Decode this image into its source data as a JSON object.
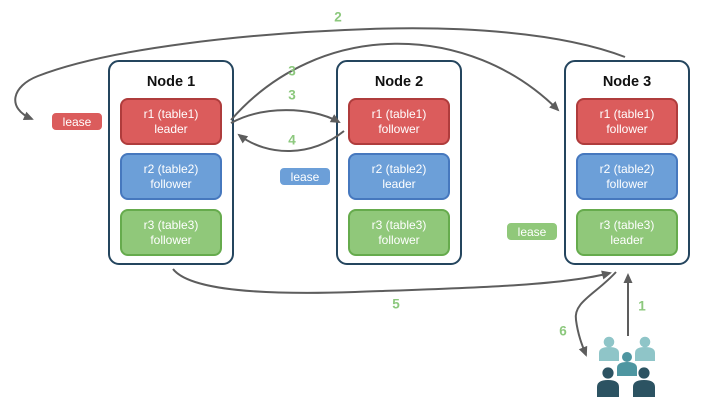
{
  "colors": {
    "red_fill": "#DB5C5C",
    "red_border": "#AF3C3C",
    "blue_fill": "#6C9FD8",
    "blue_border": "#4678BE",
    "green_fill": "#90C87A",
    "green_border": "#66AB4D",
    "node_border": "#24455E",
    "arrow": "#5D5D5D",
    "label_green": "#8CC87D",
    "users_light": "#8FC5C8",
    "users_mid": "#4E96A1",
    "users_dark": "#2C5362"
  },
  "nodes": [
    {
      "title": "Node 1",
      "replicas": [
        {
          "line1": "r1 (table1)",
          "line2": "leader",
          "color": "red"
        },
        {
          "line1": "r2 (table2)",
          "line2": "follower",
          "color": "blue"
        },
        {
          "line1": "r3 (table3)",
          "line2": "follower",
          "color": "green"
        }
      ]
    },
    {
      "title": "Node 2",
      "replicas": [
        {
          "line1": "r1 (table1)",
          "line2": "follower",
          "color": "red"
        },
        {
          "line1": "r2 (table2)",
          "line2": "leader",
          "color": "blue"
        },
        {
          "line1": "r3 (table3)",
          "line2": "follower",
          "color": "green"
        }
      ]
    },
    {
      "title": "Node 3",
      "replicas": [
        {
          "line1": "r1 (table1)",
          "line2": "follower",
          "color": "red"
        },
        {
          "line1": "r2 (table2)",
          "line2": "follower",
          "color": "blue"
        },
        {
          "line1": "r3 (table3)",
          "line2": "leader",
          "color": "green"
        }
      ]
    }
  ],
  "leases": [
    {
      "text": "lease",
      "color": "red"
    },
    {
      "text": "lease",
      "color": "blue"
    },
    {
      "text": "lease",
      "color": "green"
    }
  ],
  "arrows": {
    "a1": {
      "label": "1",
      "from": "users-group",
      "to": "node3-bottom"
    },
    "a2": {
      "label": "2",
      "from": "node3-top",
      "to": "red-lease"
    },
    "a3_n1_n3": {
      "label": "3",
      "from": "node1-r1-leader",
      "to": "node3-r1-follower"
    },
    "a3_n1_n2": {
      "label": "3",
      "from": "node1-r1-leader",
      "to": "node2-r1-follower"
    },
    "a4": {
      "label": "4",
      "from": "node2-r1-follower",
      "to": "node1-r1-leader"
    },
    "a5": {
      "label": "5",
      "from": "node1-bottom",
      "to": "node3-bottom"
    },
    "a6": {
      "label": "6",
      "from": "node3-bottom",
      "to": "users-group"
    }
  },
  "icons": {
    "users": "users-group-icon"
  }
}
